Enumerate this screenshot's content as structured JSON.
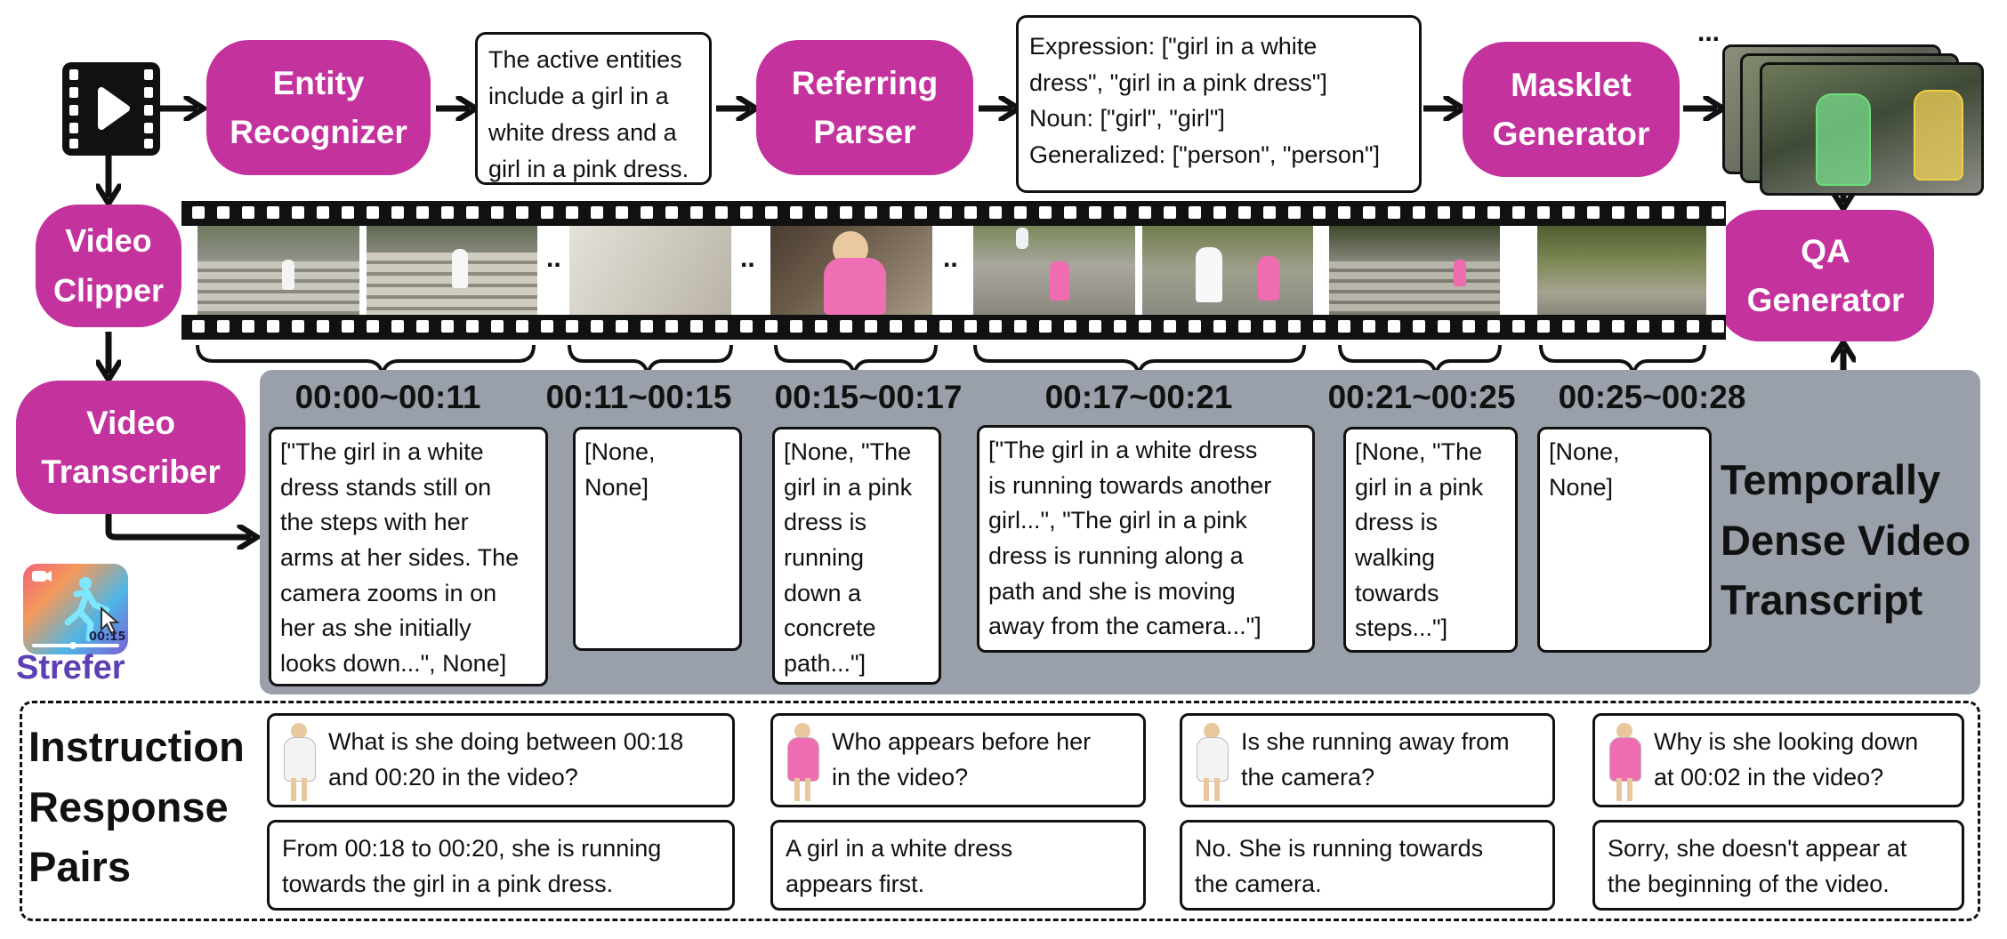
{
  "colors": {
    "accent": "#c4329e",
    "panel": "#9aa0aa",
    "ink": "#111111"
  },
  "modules": {
    "entity_recognizer": "Entity\nRecognizer",
    "referring_parser": "Referring\nParser",
    "masklet_generator": "Masklet\nGenerator",
    "video_clipper": "Video\nClipper",
    "video_transcriber": "Video\nTranscriber",
    "qa_generator": "QA\nGenerator"
  },
  "entity_output": "The active entities\ninclude a girl in a\nwhite dress and a\ngirl in a pink dress.",
  "parser_output": "Expression: [\"girl in a white\ndress\", \"girl in a pink dress\"]\nNoun: [\"girl\", \"girl\"]\nGeneralized: [\"person\", \"person\"]",
  "masklet_ellipsis": "...",
  "film_gap": "..",
  "segments": [
    {
      "time": "00:00~00:11",
      "text": "[\"The girl in a white\ndress stands still on\nthe steps with her\narms at her sides. The\ncamera zooms in on\nher as she initially\nlooks down...\", None]"
    },
    {
      "time": "00:11~00:15",
      "text": "[None,\nNone]"
    },
    {
      "time": "00:15~00:17",
      "text": "[None, \"The\ngirl in a pink\ndress is\nrunning\ndown a\nconcrete\npath...\"]"
    },
    {
      "time": "00:17~00:21",
      "text": "[\"The girl in a white dress\nis running towards another\ngirl...\", \"The girl in a pink\ndress is running along a\npath and she is moving\naway from the camera...\"]"
    },
    {
      "time": "00:21~00:25",
      "text": "[None, \"The\ngirl in a pink\ndress is\nwalking\ntowards\nsteps...\"]"
    },
    {
      "time": "00:25~00:28",
      "text": "[None,\nNone]"
    }
  ],
  "transcript_title": "Temporally\nDense Video\nTranscript",
  "logo": {
    "name": "Strefer",
    "timestamp": "00:15"
  },
  "instruction_title": "Instruction\nResponse\nPairs",
  "qa_pairs": [
    {
      "question": "What is she doing between 00:18\nand 00:20 in the video?",
      "answer": "From 00:18 to 00:20, she is running\ntowards the girl in a pink dress.",
      "subject": "white"
    },
    {
      "question": "Who appears before her\nin the video?",
      "answer": "A girl in a white dress\nappears first.",
      "subject": "pink"
    },
    {
      "question": "Is she running away from\nthe camera?",
      "answer": "No. She is running towards\nthe camera.",
      "subject": "white"
    },
    {
      "question": "Why is she looking down\nat 00:02 in the video?",
      "answer": "Sorry, she doesn't appear at\nthe beginning of the video.",
      "subject": "pink"
    }
  ]
}
